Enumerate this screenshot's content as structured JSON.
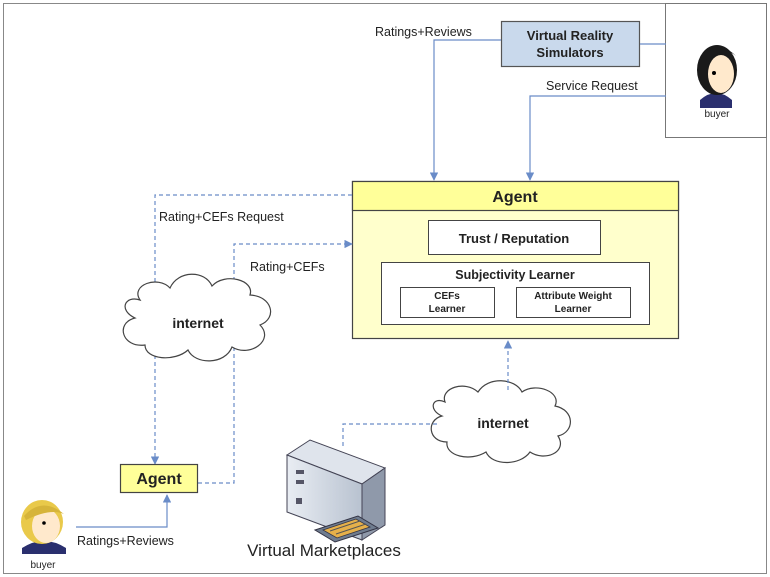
{
  "diagram": {
    "vr_simulators": {
      "line1": "Virtual Reality",
      "line2": "Simulators"
    },
    "buyer_top": "buyer",
    "buyer_bottom": "buyer",
    "edges": {
      "ratings_reviews_top": "Ratings+Reviews",
      "service_request": "Service Request",
      "rating_cefs_request": "Rating+CEFs Request",
      "rating_cefs": "Rating+CEFs",
      "ratings_reviews_bottom": "Ratings+Reviews"
    },
    "agent_main": {
      "title": "Agent",
      "trust": "Trust / Reputation",
      "subjectivity": "Subjectivity Learner",
      "cefs_line1": "CEFs",
      "cefs_line2": "Learner",
      "attr_line1": "Attribute Weight",
      "attr_line2": "Learner"
    },
    "agent_small": "Agent",
    "cloud_left": "internet",
    "cloud_right": "internet",
    "marketplaces": "Virtual Marketplaces"
  },
  "colors": {
    "line": "#6a8cc8",
    "agent_fill": "#ffffcc",
    "agent_header": "#ffff99",
    "vr_fill": "#c9d9ec",
    "border": "#555555"
  }
}
